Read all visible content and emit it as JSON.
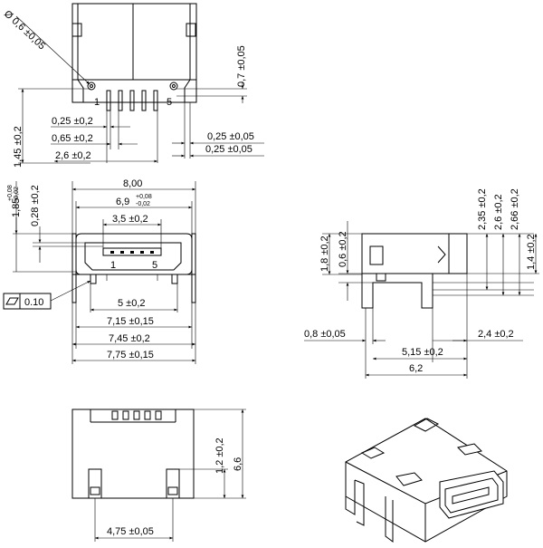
{
  "top_view": {
    "dim_hole": "Ø 0,6 ±0,05",
    "dim_07": "0,7 ±0,05",
    "pin_1": "1",
    "pin_5": "5",
    "dim_025": "0,25 ±0,2",
    "dim_065": "0,65 ±0,2",
    "dim_26": "2,6 ±0,2",
    "dim_025_05a": "0,25 ±0,05",
    "dim_025_05b": "0,25 ±0,05",
    "dim_145": "1,45 ±0,2"
  },
  "front_view": {
    "dim_800": "8,00",
    "dim_69": "6,9",
    "dim_69_tol_upper": "+0,08",
    "dim_69_tol_lower": "-0,02",
    "dim_35": "3,5 ±0,2",
    "dim_185": "1,85",
    "dim_185_tol_upper": "+0,08",
    "dim_185_tol_lower": "-0,02",
    "dim_028": "0,28 ±0,2",
    "pin_1": "1",
    "pin_5": "5",
    "flatness": "0.10",
    "dim_5": "5 ±0,2",
    "dim_715": "7,15 ±0,15",
    "dim_745": "7,45 ±0,2",
    "dim_775": "7,75 ±0,15"
  },
  "side_view": {
    "dim_18": "1,8 ±0,2",
    "dim_06": "0,6 ±0,2",
    "dim_235": "2,35 ±0,2",
    "dim_26": "2,6 ±0,2",
    "dim_266": "2,66 ±0,2",
    "dim_14": "1,4 ±0,2",
    "dim_08": "0,8 ±0,05",
    "dim_24": "2,4 ±0,2",
    "dim_515": "5,15 ±0,2",
    "dim_62": "6,2"
  },
  "bottom_view": {
    "dim_12": "1,2 ±0,2",
    "dim_66": "6,6",
    "dim_475": "4,75 ±0,05"
  }
}
